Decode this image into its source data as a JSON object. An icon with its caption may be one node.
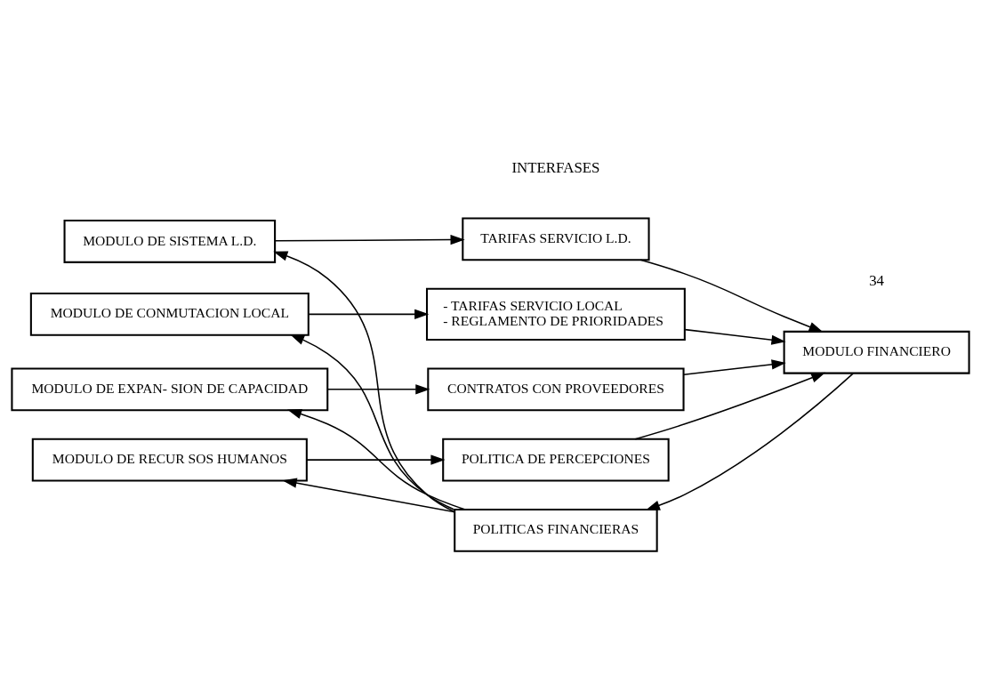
{
  "diagram": {
    "nodes": [
      {
        "text": [
          "MODULO DE SISTEMA L.D."
        ]
      },
      {
        "text": [
          "MODULO DE CONMUTACION LOCAL"
        ]
      },
      {
        "text": [
          "MODULO DE EXPAN- SION DE CAPACIDAD"
        ]
      },
      {
        "text": [
          "MODULO DE RECUR SOS HUMANOS"
        ]
      },
      {
        "text": [
          "TARIFAS SERVICIO L.D."
        ]
      },
      {
        "text": [
          "- TARIFAS SERVICIO LOCAL",
          "- REGLAMENTO DE PRIORIDADES"
        ]
      },
      {
        "text": [
          "CONTRATOS CON PROVEEDORES"
        ]
      },
      {
        "text": [
          "POLITICA DE PERCEPCIONES"
        ]
      },
      {
        "text": [
          "MODULO FINANCIERO"
        ]
      },
      {
        "text": [
          "POLITICAS FINANCIERAS"
        ]
      }
    ],
    "edges": [
      {
        "from": 0,
        "to": 4,
        "arrow": "to"
      },
      {
        "from": 1,
        "to": 5,
        "arrow": "to"
      },
      {
        "from": 2,
        "to": 6,
        "arrow": "to"
      },
      {
        "from": 3,
        "to": 7,
        "arrow": "to"
      },
      {
        "from": 4,
        "to": 8,
        "arrow": "to"
      },
      {
        "from": 5,
        "to": 8,
        "arrow": "to"
      },
      {
        "from": 6,
        "to": 8,
        "arrow": "to"
      },
      {
        "from": 7,
        "to": 8,
        "arrow": "to"
      },
      {
        "from": 8,
        "to": 9,
        "arrow": "to"
      },
      {
        "from": 9,
        "to": 0,
        "arrow": "to"
      },
      {
        "from": 9,
        "to": 1,
        "arrow": "to"
      },
      {
        "from": 9,
        "to": 2,
        "arrow": "to"
      },
      {
        "from": 9,
        "to": 3,
        "arrow": "to"
      }
    ],
    "labels": [
      "INTERFASES",
      "34"
    ]
  }
}
